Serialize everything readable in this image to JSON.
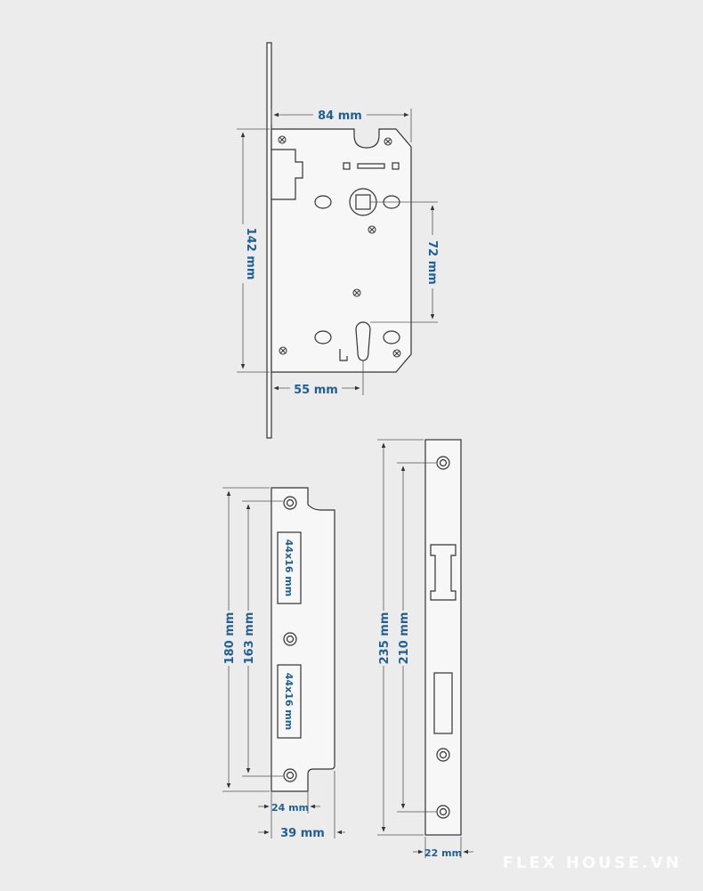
{
  "lock_body": {
    "width_label": "84 mm",
    "height_label": "142 mm",
    "center_distance_label": "72 mm",
    "backset_label": "55 mm"
  },
  "strike_plate": {
    "height_label": "180 mm",
    "hole_spacing_label": "163 mm",
    "width_label": "39 mm",
    "inner_width_label": "24 mm",
    "cutout_top_label": "44x16 mm",
    "cutout_bottom_label": "44x16 mm"
  },
  "faceplate": {
    "height_label": "235 mm",
    "hole_spacing_label": "210 mm",
    "width_label": "22 mm"
  },
  "watermark": "FLEX HOUSE.VN"
}
